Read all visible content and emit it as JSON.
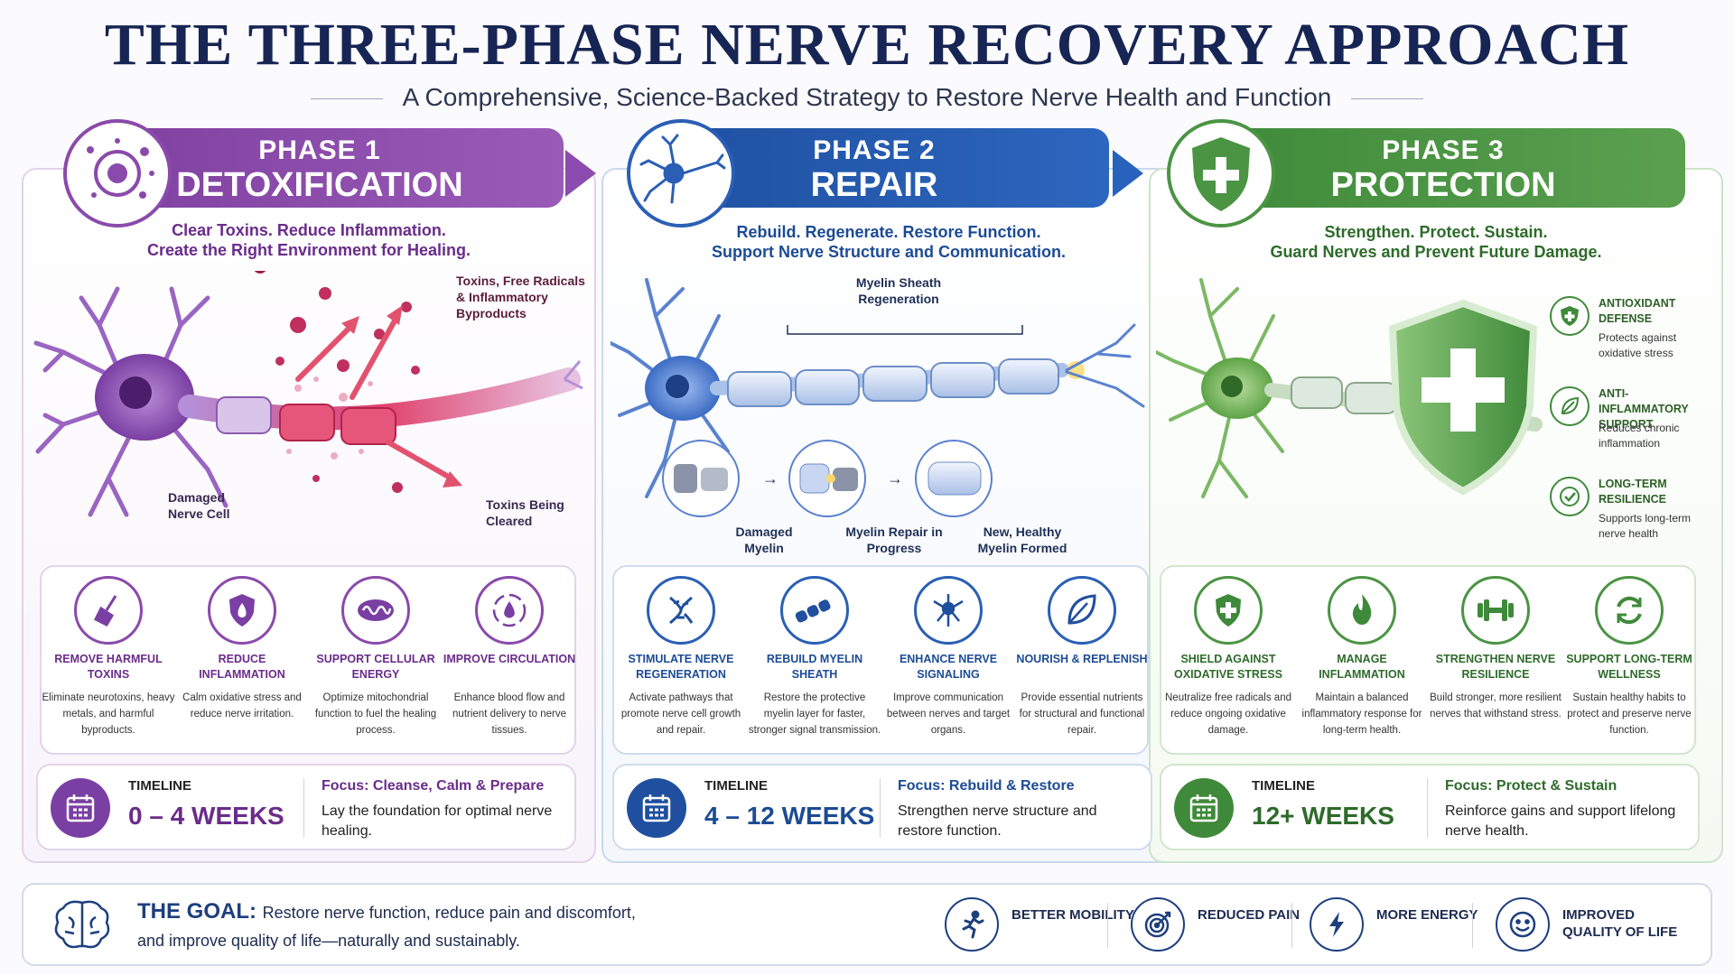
{
  "title": "THE THREE-PHASE NERVE RECOVERY APPROACH",
  "subtitle": "A Comprehensive, Science-Backed Strategy to Restore Nerve Health and Function",
  "colors": {
    "phase1": "#8a4aab",
    "phase2": "#2a5fb5",
    "phase3": "#4b9444",
    "navy": "#172554"
  },
  "phases": [
    {
      "label": "PHASE 1",
      "name": "DETOXIFICATION",
      "tagline1": "Clear Toxins. Reduce Inflammation.",
      "tagline2": "Create the Right Environment for Healing.",
      "labels": {
        "toxins": "Toxins, Free Radicals & Inflammatory Byproducts",
        "damaged": "Damaged Nerve Cell",
        "cleared": "Toxins Being Cleared"
      },
      "benefits": [
        {
          "icon": "broom-icon",
          "title": "REMOVE HARMFUL TOXINS",
          "desc": "Eliminate neurotoxins, heavy metals, and harmful byproducts."
        },
        {
          "icon": "flame-shield-icon",
          "title": "REDUCE INFLAMMATION",
          "desc": "Calm oxidative stress and reduce nerve irritation."
        },
        {
          "icon": "mitochondria-icon",
          "title": "SUPPORT CELLULAR ENERGY",
          "desc": "Optimize mitochondrial function to fuel the healing process."
        },
        {
          "icon": "blood-drop-cycle-icon",
          "title": "IMPROVE CIRCULATION",
          "desc": "Enhance blood flow and nutrient delivery to nerve tissues."
        }
      ],
      "timeline": {
        "label": "TIMELINE",
        "value": "0 – 4 WEEKS",
        "focus": "Focus: Cleanse, Calm & Prepare",
        "desc": "Lay the foundation for optimal nerve healing."
      }
    },
    {
      "label": "PHASE 2",
      "name": "REPAIR",
      "tagline1": "Rebuild. Regenerate. Restore Function.",
      "tagline2": "Support Nerve Structure and Communication.",
      "labels": {
        "myelin": "Myelin Sheath Regeneration",
        "step1": "Damaged Myelin",
        "step2": "Myelin Repair in Progress",
        "step3": "New, Healthy Myelin Formed"
      },
      "benefits": [
        {
          "icon": "dna-icon",
          "title": "STIMULATE NERVE REGENERATION",
          "desc": "Activate pathways that promote nerve cell growth and repair."
        },
        {
          "icon": "myelin-sheath-icon",
          "title": "REBUILD MYELIN SHEATH",
          "desc": "Restore the protective myelin layer for faster, stronger signal transmission."
        },
        {
          "icon": "neuron-signal-icon",
          "title": "ENHANCE NERVE SIGNALING",
          "desc": "Improve communication between nerves and target organs."
        },
        {
          "icon": "leaf-icon",
          "title": "NOURISH & REPLENISH",
          "desc": "Provide essential nutrients for structural and functional repair."
        }
      ],
      "timeline": {
        "label": "TIMELINE",
        "value": "4 – 12 WEEKS",
        "focus": "Focus: Rebuild & Restore",
        "desc": "Strengthen nerve structure and restore function."
      }
    },
    {
      "label": "PHASE 3",
      "name": "PROTECTION",
      "tagline1": "Strengthen. Protect. Sustain.",
      "tagline2": "Guard Nerves and Prevent Future Damage.",
      "side": [
        {
          "icon": "shield-plus-icon",
          "title": "ANTIOXIDANT DEFENSE",
          "desc": "Protects against oxidative stress"
        },
        {
          "icon": "leaf-icon",
          "title": "ANTI-INFLAMMATORY SUPPORT",
          "desc": "Reduces chronic inflammation"
        },
        {
          "icon": "check-circle-icon",
          "title": "LONG-TERM RESILIENCE",
          "desc": "Supports long-term nerve health"
        }
      ],
      "benefits": [
        {
          "icon": "shield-plus-icon",
          "title": "SHIELD AGAINST OXIDATIVE STRESS",
          "desc": "Neutralize free radicals and reduce ongoing oxidative damage."
        },
        {
          "icon": "flame-icon",
          "title": "MANAGE INFLAMMATION",
          "desc": "Maintain a balanced inflammatory response for long-term health."
        },
        {
          "icon": "dumbbell-icon",
          "title": "STRENGTHEN NERVE RESILIENCE",
          "desc": "Build stronger, more resilient nerves that withstand stress."
        },
        {
          "icon": "refresh-cycle-icon",
          "title": "SUPPORT LONG-TERM WELLNESS",
          "desc": "Sustain healthy habits to protect and preserve nerve function."
        }
      ],
      "timeline": {
        "label": "TIMELINE",
        "value": "12+ WEEKS",
        "focus": "Focus: Protect & Sustain",
        "desc": "Reinforce gains and support lifelong nerve health."
      }
    }
  ],
  "goal": {
    "label": "THE GOAL:",
    "line1": "Restore nerve function, reduce pain and discomfort,",
    "line2": "and improve quality of life—naturally and sustainably.",
    "outcomes": [
      {
        "icon": "running-person-icon",
        "text": "BETTER MOBILITY"
      },
      {
        "icon": "target-icon",
        "text": "REDUCED PAIN"
      },
      {
        "icon": "lightning-icon",
        "text": "MORE ENERGY"
      },
      {
        "icon": "smiley-icon",
        "text": "IMPROVED QUALITY OF LIFE"
      }
    ]
  }
}
